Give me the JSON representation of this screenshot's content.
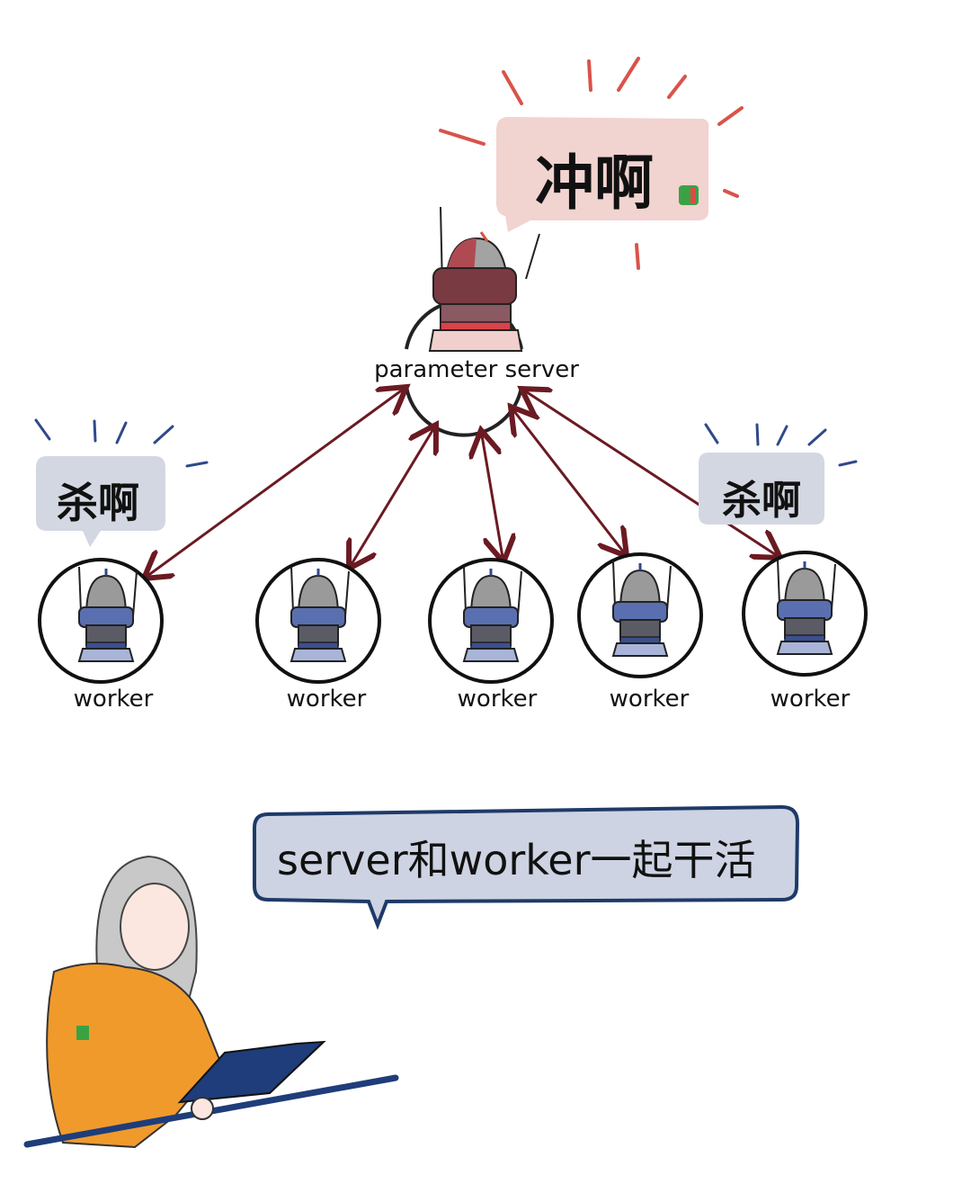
{
  "server": {
    "label": "parameter server",
    "shout": "冲啊",
    "bubble_color": "#f1d3d0",
    "accent": "#d9534a"
  },
  "workers": [
    {
      "label": "worker"
    },
    {
      "label": "worker"
    },
    {
      "label": "worker"
    },
    {
      "label": "worker"
    },
    {
      "label": "worker"
    }
  ],
  "worker_shouts": {
    "left": "杀啊",
    "right": "杀啊",
    "bubble_color": "#d3d7e2",
    "accent": "#2f4a8a"
  },
  "arrow_color": "#6b1a22",
  "narrator": {
    "speech": "server和worker一起干活",
    "bubble_color": "#cdd3e2",
    "border_color": "#1f3a68"
  }
}
